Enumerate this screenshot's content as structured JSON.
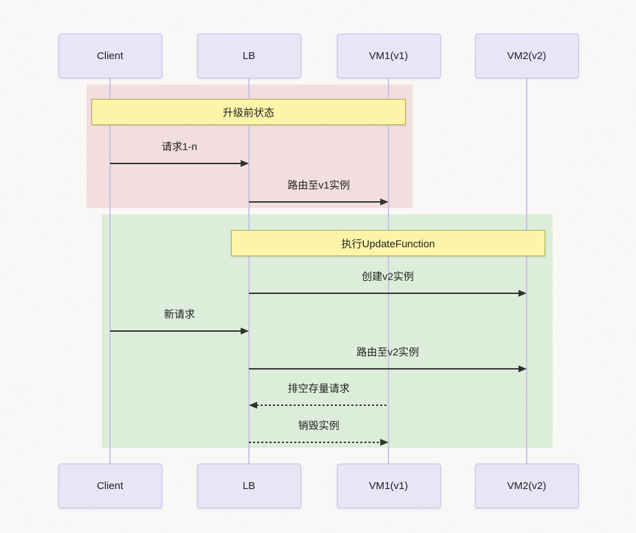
{
  "diagram": {
    "participants": [
      {
        "id": "client",
        "label": "Client"
      },
      {
        "id": "lb",
        "label": "LB"
      },
      {
        "id": "vm1",
        "label": "VM1(v1)"
      },
      {
        "id": "vm2",
        "label": "VM2(v2)"
      }
    ],
    "groups": [
      {
        "id": "pre-upgrade",
        "color": "#f3dfdf"
      },
      {
        "id": "upgrade-process",
        "color": "#ddefdb"
      }
    ],
    "notes": [
      {
        "id": "pre-upgrade-state",
        "label": "升级前状态",
        "over": [
          "client",
          "vm1"
        ]
      },
      {
        "id": "execute-update-function",
        "label": "执行UpdateFunction",
        "over": [
          "lb",
          "vm2"
        ]
      }
    ],
    "messages": [
      {
        "id": "request-1-n",
        "label": "请求1-n",
        "from": "client",
        "to": "lb",
        "line": "solid"
      },
      {
        "id": "route-to-v1-instance",
        "label": "路由至v1实例",
        "from": "lb",
        "to": "vm1",
        "line": "solid"
      },
      {
        "id": "create-v2-instance",
        "label": "创建v2实例",
        "from": "lb",
        "to": "vm2",
        "line": "solid"
      },
      {
        "id": "new-request",
        "label": "新请求",
        "from": "client",
        "to": "lb",
        "line": "solid"
      },
      {
        "id": "route-to-v2-instance",
        "label": "路由至v2实例",
        "from": "lb",
        "to": "vm2",
        "line": "solid"
      },
      {
        "id": "drain-existing-requests",
        "label": "排空存量请求",
        "from": "vm1",
        "to": "lb",
        "line": "dashed"
      },
      {
        "id": "destroy-instance",
        "label": "销毁实例",
        "from": "lb",
        "to": "vm1",
        "line": "dashed"
      }
    ],
    "colors": {
      "background": "#faf9f7",
      "actor_fill": "#e9e6f8",
      "actor_border": "#c7c0ec",
      "lifeline": "#cbc3ee",
      "group_pre_upgrade": "#f3dfdf",
      "group_upgrade": "#ddefdb",
      "note_fill": "#fdf6a9",
      "note_border": "#adad4e",
      "message_line": "#2f2f2f",
      "text": "#1c1c1c"
    }
  }
}
